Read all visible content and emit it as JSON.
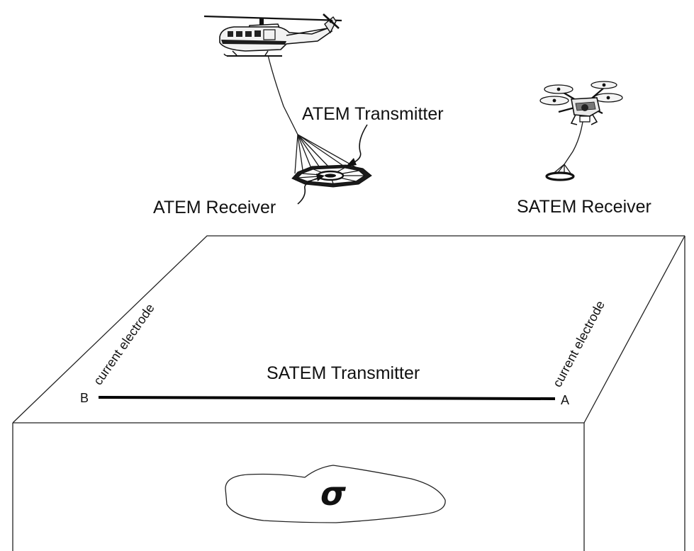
{
  "labels": {
    "atem_transmitter": "ATEM Transmitter",
    "atem_receiver": "ATEM Receiver",
    "satem_receiver": "SATEM Receiver",
    "satem_transmitter": "SATEM Transmitter",
    "electrode_left": "current electrode",
    "electrode_right": "current electrode",
    "point_b": "B",
    "point_a": "A",
    "conductivity_symbol": "σ"
  }
}
